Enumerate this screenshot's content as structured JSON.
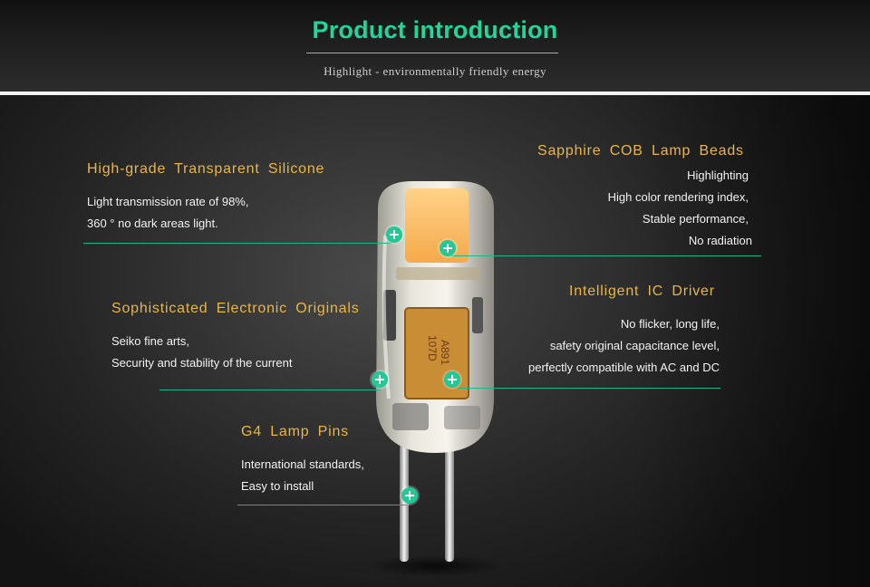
{
  "header": {
    "title": "Product introduction",
    "subtitle": "Highlight - environmentally friendly energy"
  },
  "features": {
    "silicone": {
      "heading": "High-grade Transparent Silicone",
      "lines": [
        "Light transmission rate of 98%,",
        "360 ° no dark areas light."
      ]
    },
    "cob": {
      "heading": "Sapphire COB Lamp Beads",
      "lines": [
        "Highlighting",
        "High color rendering index,",
        "Stable performance,",
        "No radiation"
      ]
    },
    "electronic": {
      "heading": "Sophisticated Electronic Originals",
      "lines": [
        "Seiko fine arts,",
        "Security and stability of the current"
      ]
    },
    "driver": {
      "heading": "Intelligent IC Driver",
      "lines": [
        "No flicker, long life,",
        "safety original capacitance level,",
        "perfectly compatible with AC and DC"
      ]
    },
    "pins": {
      "heading": "G4 Lamp Pins",
      "lines": [
        "International standards,",
        "Easy to install"
      ]
    }
  },
  "lamp": {
    "chip_marking": [
      "107D",
      "A891"
    ]
  },
  "colors": {
    "accent": "#1fd69b",
    "heading": "#e9b73f",
    "marker": "#22c995"
  }
}
